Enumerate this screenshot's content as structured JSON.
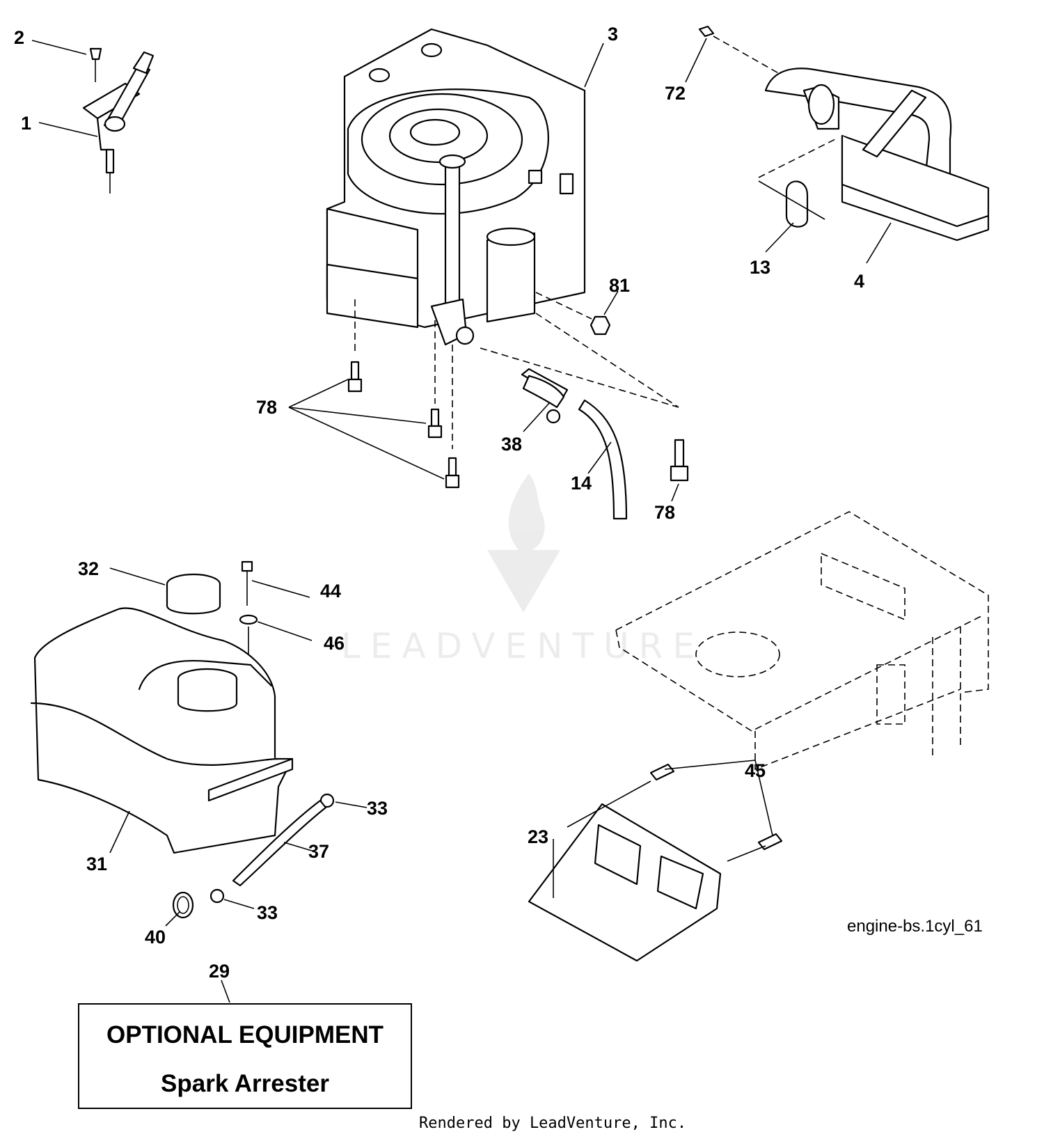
{
  "callouts": {
    "c1": "1",
    "c2": "2",
    "c3": "3",
    "c4": "4",
    "c13": "13",
    "c14": "14",
    "c23": "23",
    "c29": "29",
    "c31": "31",
    "c32": "32",
    "c33a": "33",
    "c33b": "33",
    "c37": "37",
    "c38": "38",
    "c40": "40",
    "c44": "44",
    "c45": "45",
    "c46": "46",
    "c72": "72",
    "c78a": "78",
    "c78b": "78",
    "c81": "81"
  },
  "diagram_ref": "engine-bs.1cyl_61",
  "watermark": "LEADVENTURE",
  "optional_box": {
    "heading": "OPTIONAL EQUIPMENT",
    "item": "Spark Arrester"
  },
  "footer": "Rendered by LeadVenture, Inc."
}
